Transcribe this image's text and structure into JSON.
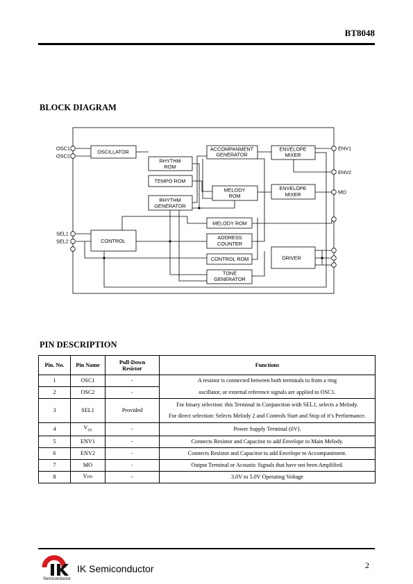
{
  "header": {
    "part_no": "BT8048"
  },
  "sections": {
    "block_diagram": "BLOCK  DIAGRAM",
    "pin_description": "PIN  DESCRIPTION"
  },
  "diagram": {
    "blocks": {
      "oscillator": "OSCILLATOR",
      "rhythm_rom": [
        "RHYTHM",
        "ROM"
      ],
      "tempo_rom": "TEMPO  ROM",
      "rhythm_gen": [
        "RHYTHM",
        "GENERATOR"
      ],
      "accomp_gen": [
        "ACCOMPANMENT",
        "GENERATOR"
      ],
      "melody_rom1": [
        "MELODY",
        "ROM"
      ],
      "env_mixer1": [
        "ENVELOPE",
        "MIXER"
      ],
      "env_mixer2": [
        "ENVELOPE",
        "MIXER"
      ],
      "melody_rom2": "MELODY  ROM",
      "address_counter": [
        "ADDRESS",
        "COUNTER"
      ],
      "control_rom": "CONTROL  ROM",
      "tone_gen": [
        "TONE",
        "GENERATOR"
      ],
      "control": "CONTROL",
      "driver": "DRIVER"
    },
    "pins": {
      "osc1": "OSC1",
      "osc2": "OSC2",
      "sel1": "SEL1",
      "sel2": "SEL2",
      "env1": "ENV1",
      "env2": "ENV2",
      "mo": "MO"
    }
  },
  "pin_table": {
    "headers": {
      "no": "Pin. No.",
      "name": "Pin Name",
      "pulldown": [
        "Pull-Down",
        "Resistor"
      ],
      "functions": "Functions"
    },
    "rows": [
      {
        "no": "1",
        "name": "OSC1",
        "pulldown": "-",
        "functions": "A resistor is connected between both terminals to from a ring"
      },
      {
        "no": "2",
        "name": "OSC2",
        "pulldown": "-",
        "functions": "oscillator, or external reference signals are applied to OSC1."
      },
      {
        "no": "3",
        "name": "SEL1",
        "pulldown": "Provided",
        "functions": "For binary selection: this Terminal in Conjunction with SEL1, selects  a Melody.",
        "functions2": "For direct selection:  Selects Melody 2 and Controls Start and Stop of   it’s Performance."
      },
      {
        "no": "4",
        "name_main": "V",
        "name_sub": "SS",
        "pulldown": "-",
        "functions": "Power Supply Terminal (0V)."
      },
      {
        "no": "5",
        "name": "ENV1",
        "pulldown": "-",
        "functions": "Connects Resistor and Capacitor to add Envelope to Main Melody."
      },
      {
        "no": "6",
        "name": "ENV2",
        "pulldown": "-",
        "functions": "Connects Resistor and Capacitor to add Envelope to Accompaniment."
      },
      {
        "no": "7",
        "name": "MO",
        "pulldown": "-",
        "functions": "Output Terminal or Acoustic Signals that have not been Amplified."
      },
      {
        "no": "8",
        "name_main": "V",
        "name_sub": "DD",
        "pulldown": "-",
        "functions": "3.0V to 5.0V Operating Voltage"
      }
    ]
  },
  "footer": {
    "logo_text": "IK",
    "logo_sub": "Semiconductor",
    "company": "IK Semiconductor",
    "page": "2"
  }
}
